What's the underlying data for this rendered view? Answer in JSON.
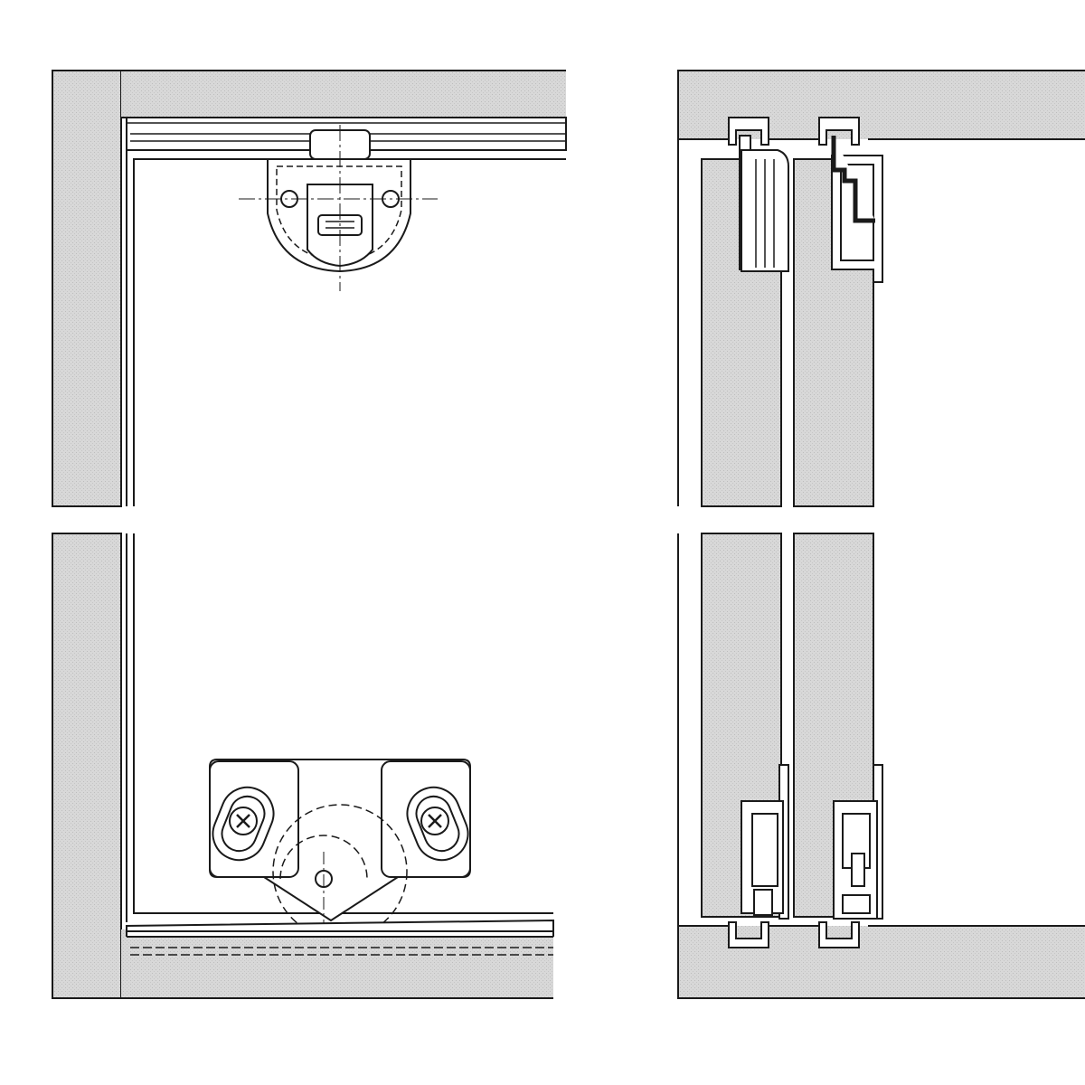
{
  "diagram": {
    "views": [
      {
        "name": "front-view",
        "components": [
          "cabinet-frame",
          "top-track",
          "upper-guide-roller",
          "sliding-door",
          "lower-runner-bracket",
          "bottom-track"
        ]
      },
      {
        "name": "section-view",
        "components": [
          "top-panel",
          "upper-track-profiles",
          "front-door-panel",
          "rear-door-panel",
          "upper-guide-profiles",
          "lower-runner-profiles",
          "bottom-panel"
        ]
      }
    ],
    "colors": {
      "line": "#1a1a1a",
      "hatch": "#d9d9d9",
      "background": "#ffffff"
    },
    "icons": [
      "screw-cross-icon"
    ]
  }
}
